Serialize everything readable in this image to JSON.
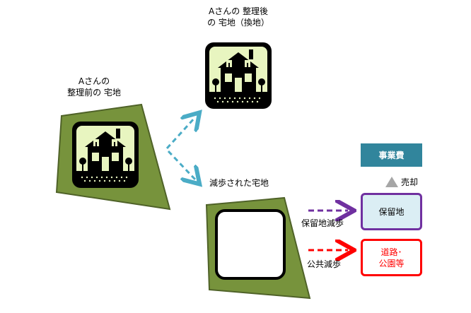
{
  "labels": {
    "after": "Aさんの 整理後\nの 宅地（換地）",
    "before": "Aさんの\n整理前の 宅地",
    "reduced": "減歩された宅地",
    "reserve_reduction": "保留地減歩",
    "public_reduction": "公共減歩",
    "sale": "売却"
  },
  "boxes": {
    "project_cost": "事業費",
    "reserve_land": "保留地",
    "public": "道路･\n公園等"
  },
  "colors": {
    "parcel_fill": "#77933c",
    "parcel_stroke": "#4f6228",
    "house_bg": "#e8f5c0",
    "dash_blue": "#4bacc6",
    "purple": "#7030a0",
    "red": "#ff0000",
    "teal": "#31859c"
  }
}
